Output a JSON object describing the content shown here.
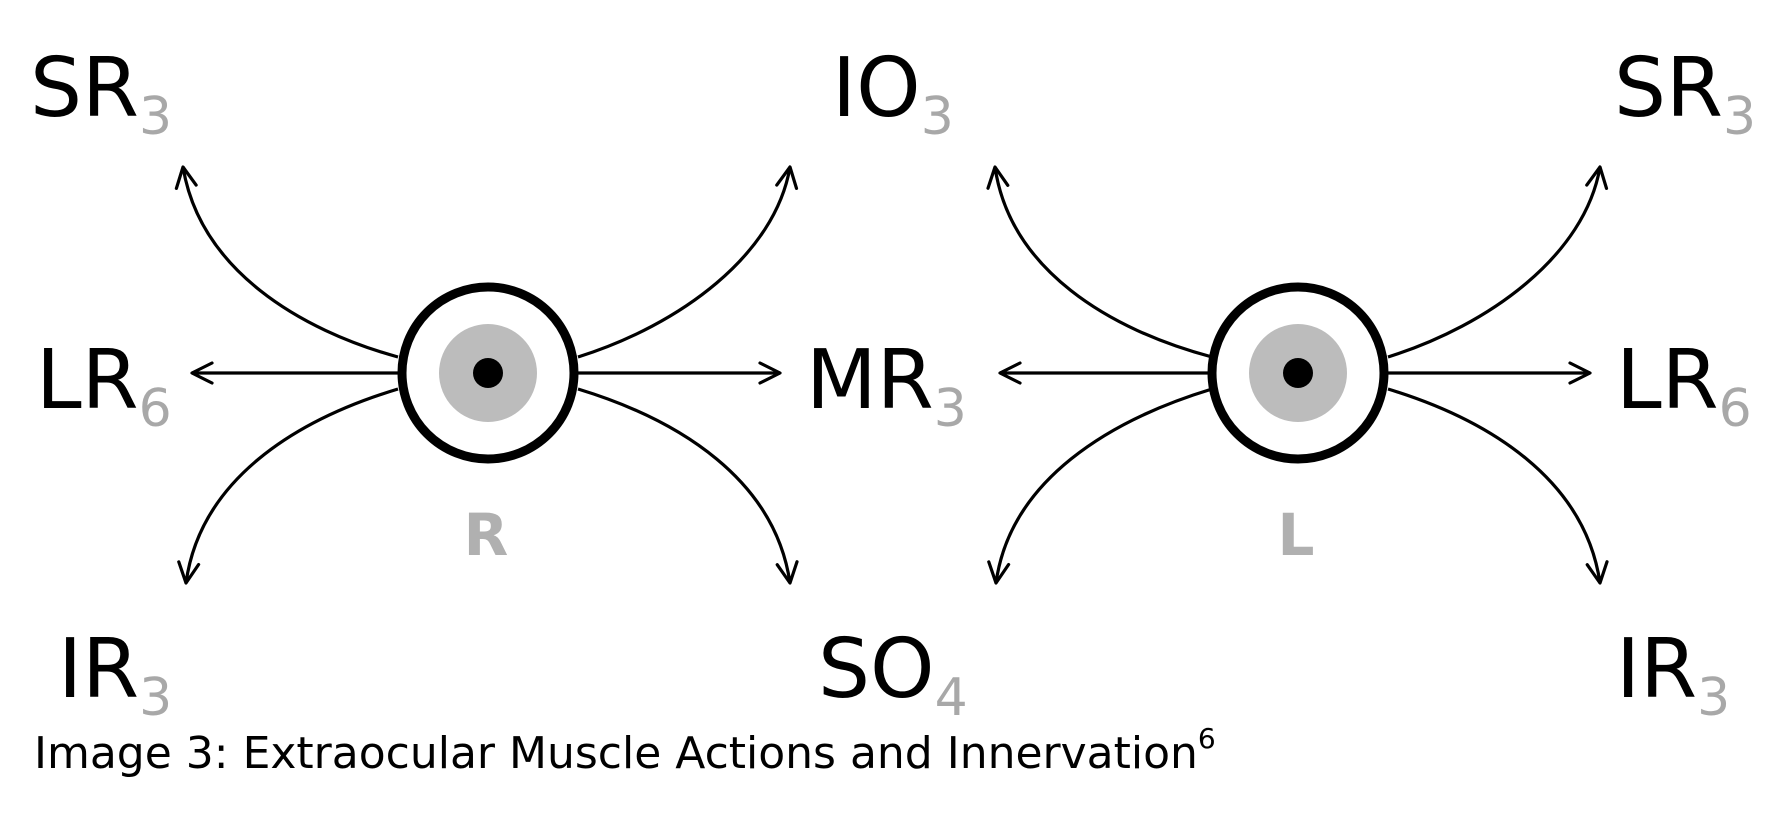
{
  "colors": {
    "ink": "#000000",
    "subscript": "#a8a8a8",
    "iris": "#bcbcbc",
    "eye_letter": "#b0b0b0"
  },
  "eyes": {
    "right": {
      "letter": "R",
      "labels": {
        "up_left": {
          "muscle": "SR",
          "nerve": "3"
        },
        "up_right": {
          "muscle": "IO",
          "nerve": "3"
        },
        "left": {
          "muscle": "LR",
          "nerve": "6"
        },
        "right": {
          "muscle": "MR",
          "nerve": "3"
        },
        "down_left": {
          "muscle": "IR",
          "nerve": "3"
        },
        "down_right": {
          "muscle": "SO",
          "nerve": "4"
        }
      }
    },
    "left": {
      "letter": "L",
      "labels": {
        "up_right": {
          "muscle": "SR",
          "nerve": "3"
        },
        "right": {
          "muscle": "LR",
          "nerve": "6"
        },
        "down_right": {
          "muscle": "IR",
          "nerve": "3"
        }
      }
    }
  },
  "caption": {
    "text": "Image 3: Extraocular Muscle Actions and Innervation",
    "superscript": "6"
  }
}
